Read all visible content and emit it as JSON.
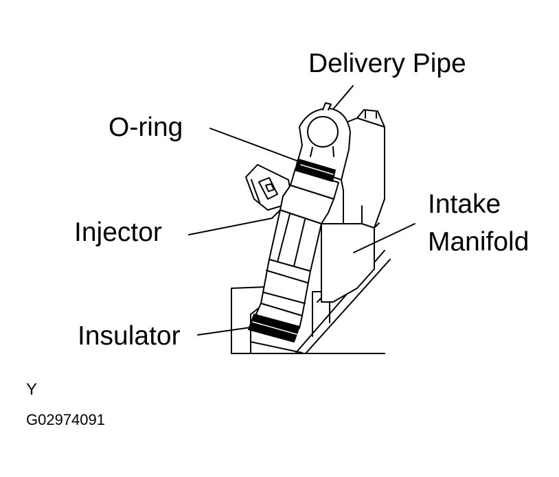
{
  "labels": {
    "delivery_pipe": "Delivery Pipe",
    "o_ring": "O-ring",
    "injector": "Injector",
    "intake_manifold_line1": "Intake",
    "intake_manifold_line2": "Manifold",
    "insulator": "Insulator"
  },
  "footer": {
    "view_letter": "Y",
    "figure_code": "G02974091"
  }
}
